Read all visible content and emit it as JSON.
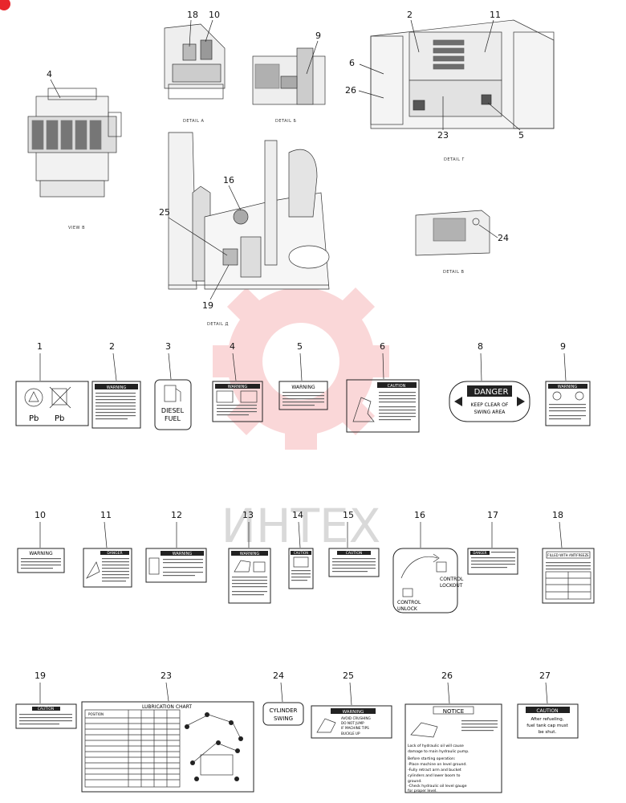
{
  "details": {
    "view_b": "VIEW В",
    "detail_a": "DETAIL А",
    "detail_b": "DETAIL Б",
    "detail_g": "DETAIL Г",
    "detail_v": "DETAIL В",
    "detail_d": "DETAIL Д"
  },
  "watermark": {
    "text": "ИНТЕХ",
    "color": "#e8262c"
  },
  "callouts": [
    {
      "n": "4"
    },
    {
      "n": "18"
    },
    {
      "n": "10"
    },
    {
      "n": "9"
    },
    {
      "n": "2"
    },
    {
      "n": "11"
    },
    {
      "n": "6"
    },
    {
      "n": "26"
    },
    {
      "n": "23"
    },
    {
      "n": "5"
    },
    {
      "n": "16"
    },
    {
      "n": "25"
    },
    {
      "n": "19"
    },
    {
      "n": "24"
    }
  ],
  "labels": [
    {
      "n": "1",
      "lines": [
        "Pb",
        "Pb"
      ]
    },
    {
      "n": "2",
      "lines": [
        "WARNING"
      ]
    },
    {
      "n": "3",
      "lines": [
        "DIESEL",
        "FUEL"
      ]
    },
    {
      "n": "4",
      "lines": [
        "WARNING"
      ]
    },
    {
      "n": "5",
      "lines": [
        "WARNING"
      ]
    },
    {
      "n": "6",
      "lines": [
        "CAUTION"
      ]
    },
    {
      "n": "8",
      "lines": [
        "DANGER",
        "KEEP CLEAR OF",
        "SWING  AREA"
      ]
    },
    {
      "n": "9",
      "lines": [
        "WARNING"
      ]
    },
    {
      "n": "10",
      "lines": [
        "WARNING"
      ]
    },
    {
      "n": "11",
      "lines": [
        "DANGER"
      ]
    },
    {
      "n": "12",
      "lines": [
        "WARNING"
      ]
    },
    {
      "n": "13",
      "lines": [
        "WARNING"
      ]
    },
    {
      "n": "14",
      "lines": [
        "CAUTION"
      ]
    },
    {
      "n": "15",
      "lines": [
        "CAUTION"
      ]
    },
    {
      "n": "16",
      "lines": [
        "CONTROL",
        "LOCKOUT",
        "CONTROL",
        "UNLOCK"
      ]
    },
    {
      "n": "17",
      "lines": [
        "DANGER"
      ]
    },
    {
      "n": "18",
      "lines": [
        "FILLED WITH ANTIFREEZE"
      ]
    },
    {
      "n": "19",
      "lines": [
        "CAUTION"
      ]
    },
    {
      "n": "23",
      "lines": [
        "LUBRICATION CHART",
        "POSITION"
      ]
    },
    {
      "n": "24",
      "lines": [
        "CYLINDER",
        "SWING"
      ]
    },
    {
      "n": "25",
      "lines": [
        "WARNING",
        "AVOID CRUSHING",
        "DO NOT JUMP",
        "IF MACHINE TIPS",
        "BUCKLE UP"
      ]
    },
    {
      "n": "26",
      "lines": [
        "NOTICE",
        "Lock of hydraulic oil will cause",
        "damage to main hydraulic pump.",
        "Before starting operation:",
        "-Place machine on level ground.",
        "-Fully retract arm and bucket",
        " cylinders and lower boom to",
        " ground.",
        "-Check hydraulic oil level gauge",
        " for proper level."
      ]
    },
    {
      "n": "27",
      "lines": [
        "CAUTION",
        "After refueling,",
        "fuel tank cap must",
        "be shut."
      ]
    }
  ]
}
